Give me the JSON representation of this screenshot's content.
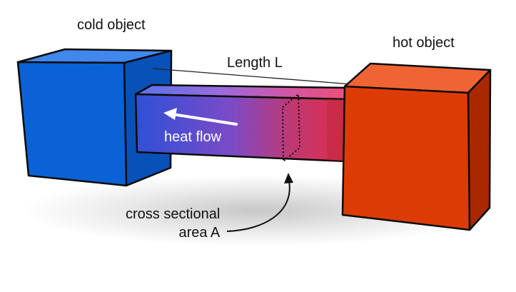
{
  "labels": {
    "cold_object": "cold object",
    "hot_object": "hot object",
    "length": "Length L",
    "heat_flow": "heat flow",
    "cross_section_line1": "cross sectional",
    "cross_section_line2": "area A"
  },
  "colors": {
    "cold": "#0a62d6",
    "hot": "#dd3b06",
    "outline": "#0b0b0b",
    "text": "#111111",
    "heat_flow_text": "#ffffff"
  }
}
